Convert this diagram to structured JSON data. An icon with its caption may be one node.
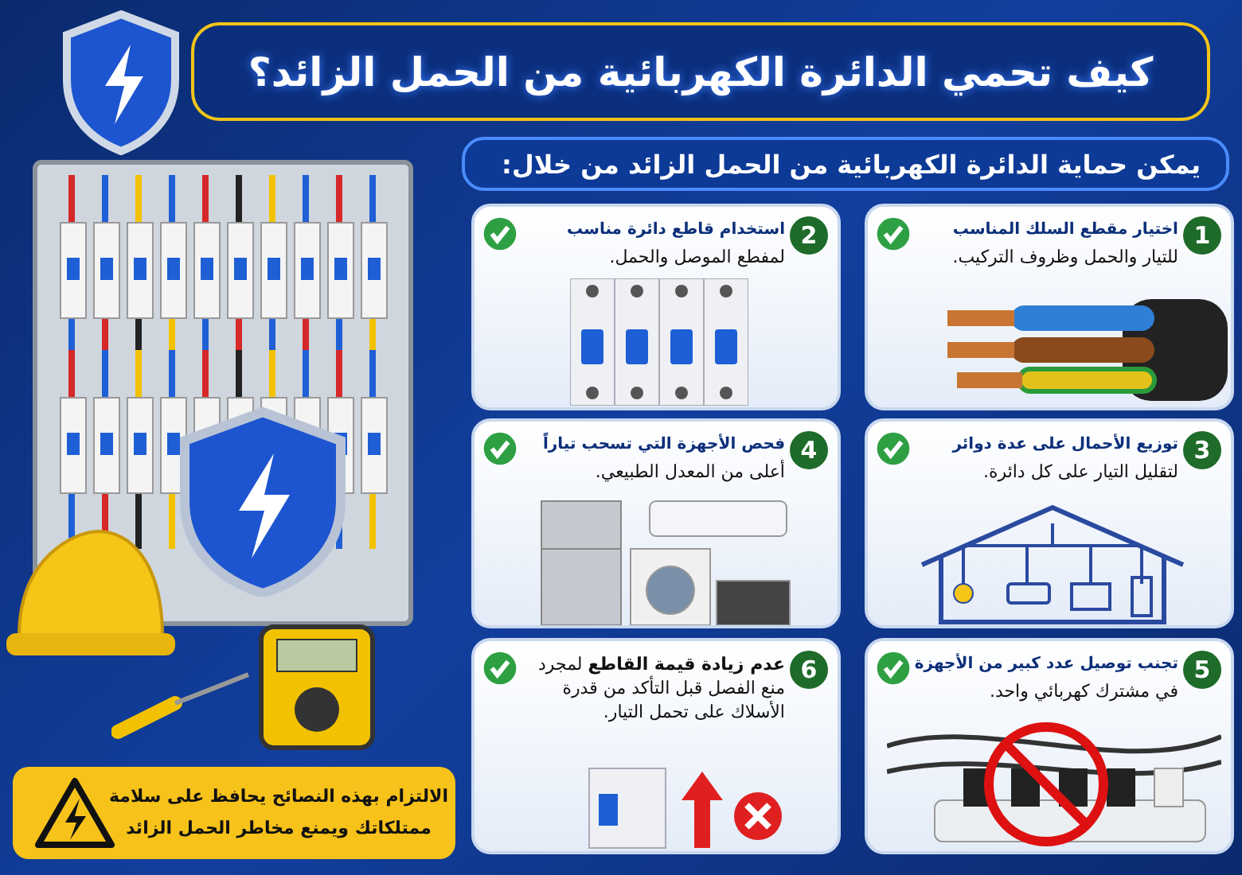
{
  "diagram": {
    "title": "كيف تحمي الدائرة الكهربائية من الحمل الزائد؟",
    "nodes": [
      {
        "text": [
          "يمكن حماية الدائرة الكهربائية من الحمل الزائد من خلال:"
        ]
      },
      {
        "text": [
          "1",
          "اختيار مقطع السلك المناسب",
          "للتيار والحمل وظروف التركيب."
        ]
      },
      {
        "text": [
          "2",
          "استخدام قاطع دائرة مناسب",
          "لمفطع الموصل والحمل."
        ]
      },
      {
        "text": [
          "3",
          "توزيع الأحمال على عدة دوائر",
          "لتقليل التيار على كل دائرة."
        ]
      },
      {
        "text": [
          "4",
          "فحص الأجهزة التي تسحب تياراً",
          "أعلى من المعدل الطبيعي."
        ]
      },
      {
        "text": [
          "5",
          "تجنب توصيل عدد كبير من الأجهزة",
          "في مشترك كهربائي واحد."
        ]
      },
      {
        "text": [
          "6",
          "**عدم زيادة قيمة القاطع** لمجرد منع الفصل قبل التأكد من قدرة الأسلاك على تحمل التيار."
        ]
      },
      {
        "text": [
          "الالتزام بهذه النصائح يحافظ على سلامة ممتلكاتك ويمنع مخاطر الحمل الزائد"
        ]
      }
    ]
  }
}
